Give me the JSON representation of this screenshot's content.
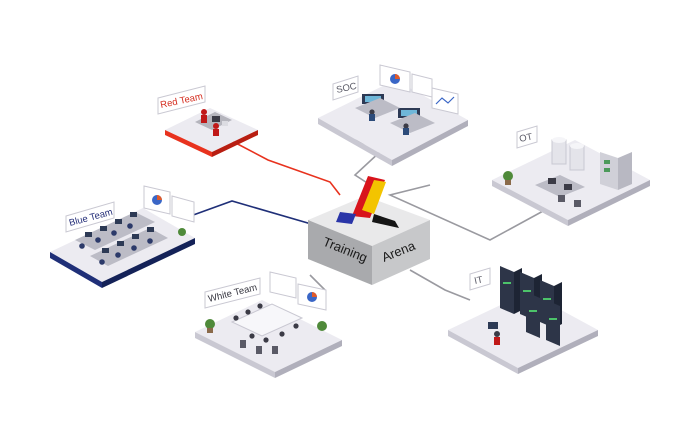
{
  "hub": {
    "word1": "Training",
    "word2": "Arena"
  },
  "rooms": {
    "red": {
      "label": "Red Team"
    },
    "soc": {
      "label": "SOC"
    },
    "ot": {
      "label": "OT"
    },
    "blue": {
      "label": "Blue Team"
    },
    "white": {
      "label": "White Team"
    },
    "it": {
      "label": "IT"
    }
  },
  "colors": {
    "red_link": "#e8321e",
    "blue_link": "#1f2f78",
    "grey_link": "#9a9aa0",
    "platform_top": "#ecebf1",
    "platform_side": "#c9c8d2",
    "hub_top": "#e9e9ea",
    "hub_left": "#a9aaad",
    "hub_right": "#c7c8ca",
    "logo_red": "#d8141c",
    "logo_yellow": "#f3c400",
    "logo_blue": "#2a35a8",
    "logo_black": "#151515"
  }
}
